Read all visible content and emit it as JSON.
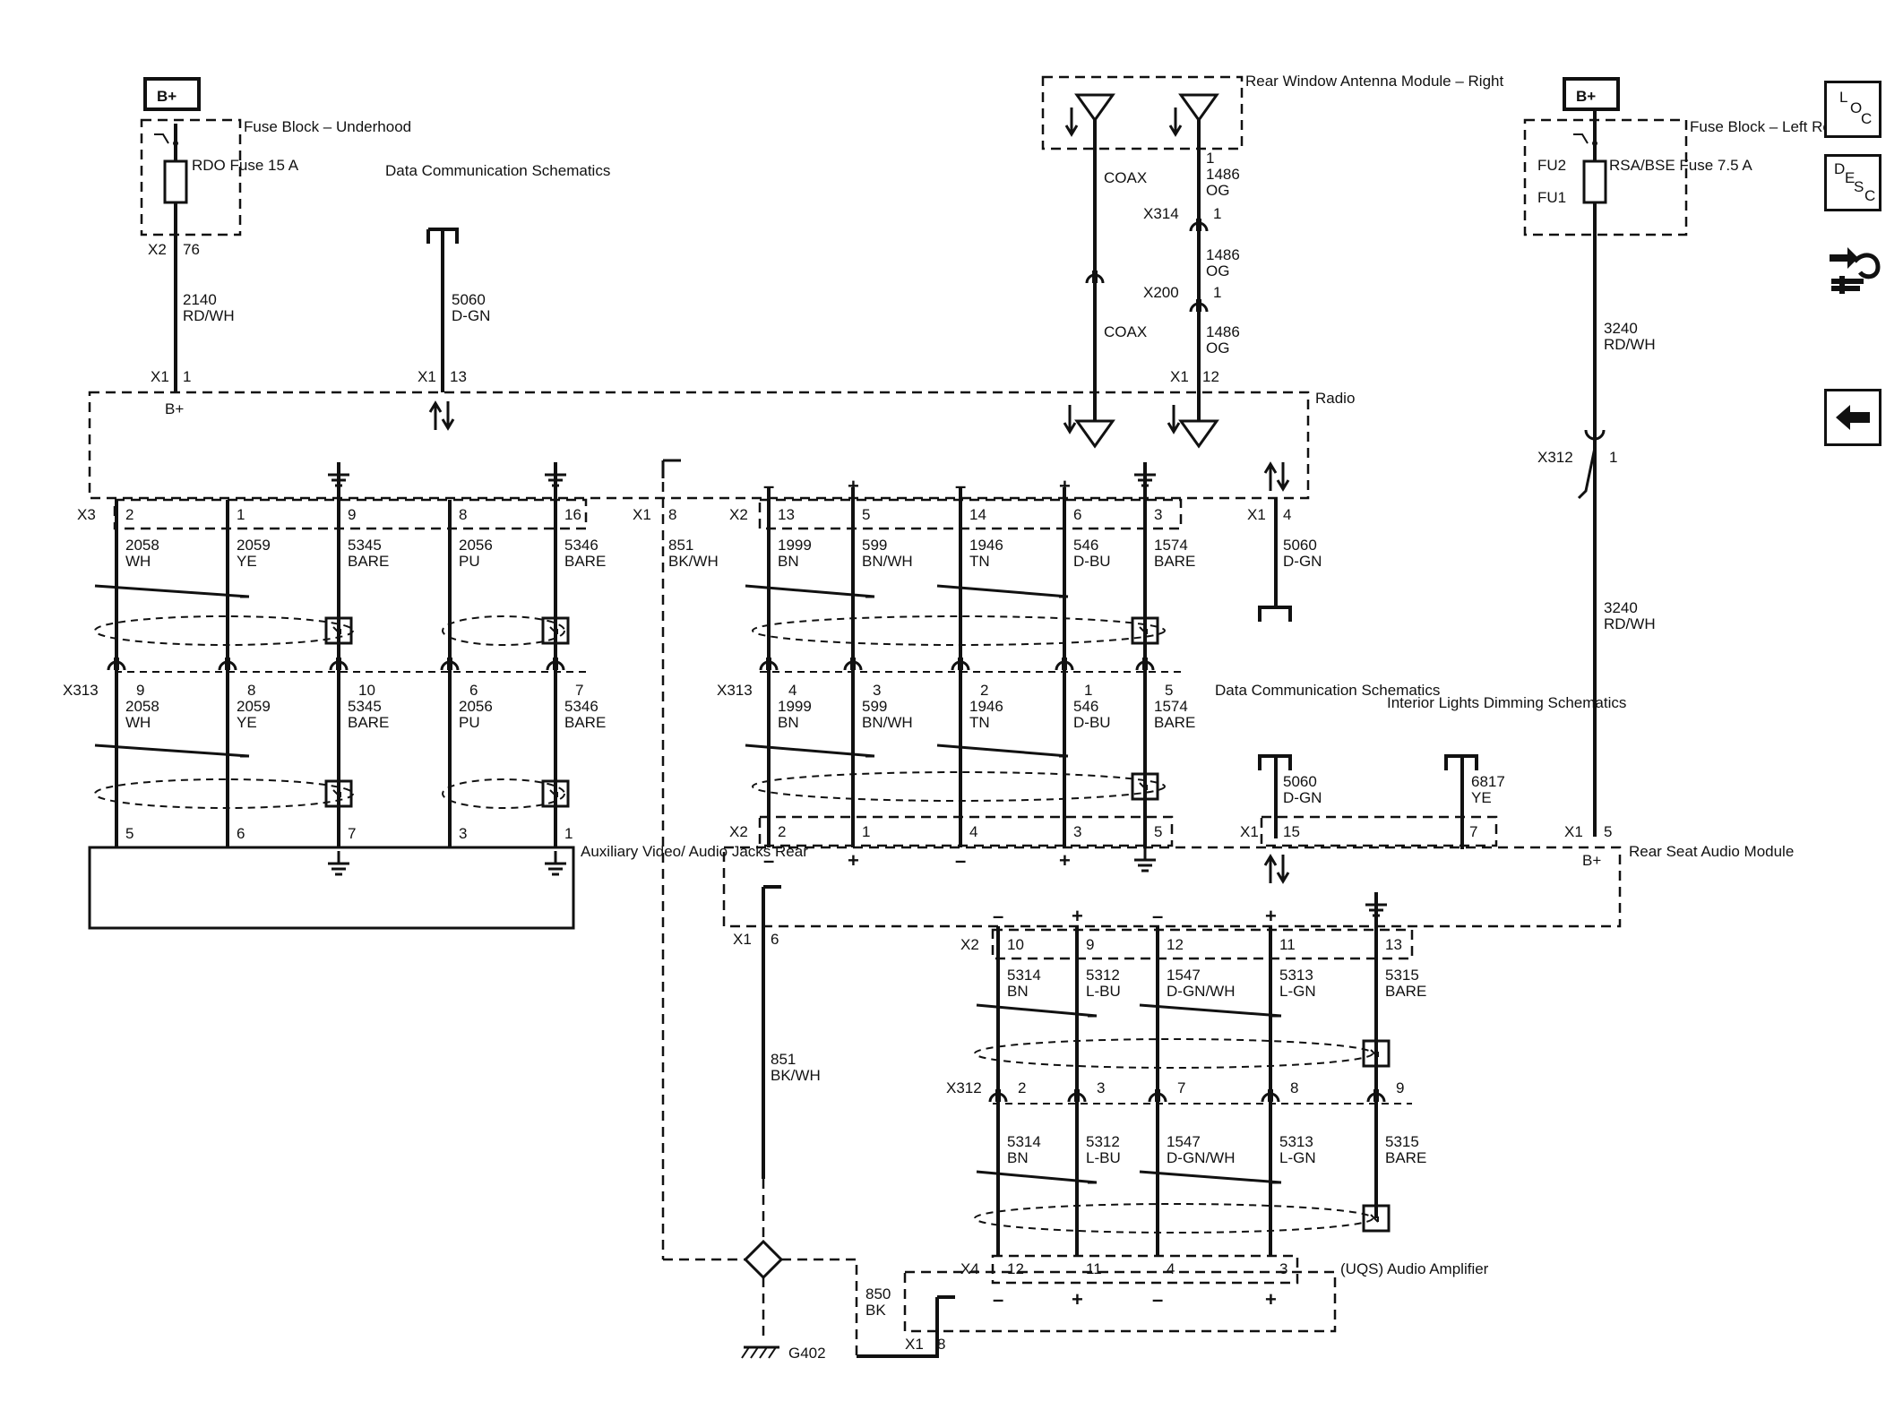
{
  "colors": {
    "ink": "#111111",
    "background": "#ffffff"
  },
  "nav": {
    "loc": {
      "l1": "L",
      "l2": "O",
      "l3": "C"
    },
    "desc": {
      "l1": "D",
      "l2": "E",
      "l3": "S",
      "l4": "C"
    },
    "icons": [
      "connector-view-icon",
      "back-arrow-icon"
    ]
  },
  "power": {
    "b_plus": "B+",
    "underhood_block": "Fuse Block – Underhood",
    "rdo_fuse": "RDO Fuse 15 A",
    "x2": "X2",
    "pin76": "76",
    "wire_2140": "2140",
    "color_rdwh": "RD/WH",
    "rear_block": "Fuse Block – Left Rear",
    "fu2": "FU2",
    "fu1": "FU1",
    "rsa_fuse": "RSA/BSE Fuse 7.5 A",
    "wire_3240": "3240"
  },
  "data_comm": {
    "label": "Data Communication Schematics",
    "wire": "5060",
    "color": "D-GN"
  },
  "interior_lights": {
    "label": "Interior Lights Dimming Schematics",
    "wire": "6817",
    "color": "YE"
  },
  "antenna": {
    "module": "Rear Window Antenna Module – Right",
    "coax": "COAX",
    "wire": "1486",
    "color": "OG",
    "x314": "X314",
    "x200": "X200"
  },
  "radio": {
    "label": "Radio",
    "x1": "X1",
    "x2": "X2",
    "x3": "X3",
    "pin1": "1",
    "pin13": "13",
    "pin12": "12",
    "pin8": "8",
    "pin4": "4",
    "b_plus": "B+"
  },
  "x3_pins": [
    "2",
    "1",
    "9",
    "8",
    "16"
  ],
  "aux_wires": [
    {
      "num": "2058",
      "color": "WH"
    },
    {
      "num": "2059",
      "color": "YE"
    },
    {
      "num": "5345",
      "color": "BARE"
    },
    {
      "num": "2056",
      "color": "PU"
    },
    {
      "num": "5346",
      "color": "BARE"
    }
  ],
  "x313": "X313",
  "x313_aux_pins": [
    "9",
    "8",
    "10",
    "6",
    "7"
  ],
  "aux_jack": {
    "label": "Auxiliary Video/ Audio Jacks Rear",
    "pins": [
      "5",
      "6",
      "7",
      "3",
      "1"
    ]
  },
  "gnd_wire": {
    "num": "851",
    "color": "BK/WH",
    "pin": "8"
  },
  "x2_pins": [
    "13",
    "5",
    "14",
    "6",
    "3"
  ],
  "rsam_wires": [
    {
      "num": "1999",
      "color": "BN"
    },
    {
      "num": "599",
      "color": "BN/WH"
    },
    {
      "num": "1946",
      "color": "TN"
    },
    {
      "num": "546",
      "color": "D-BU"
    },
    {
      "num": "1574",
      "color": "BARE"
    }
  ],
  "x313_rsam_pins": [
    "4",
    "3",
    "2",
    "1",
    "5"
  ],
  "polarity": [
    "–",
    "+",
    "–",
    "+"
  ],
  "rsam": {
    "label": "Rear Seat Audio Module",
    "x2": "X2",
    "x1": "X1",
    "x2_pins": [
      "2",
      "1",
      "4",
      "3",
      "5"
    ],
    "pin15": "15",
    "pin7": "7",
    "pin5": "5",
    "pin6": "6",
    "b_plus": "B+",
    "out_pins": [
      "10",
      "9",
      "12",
      "11",
      "13"
    ]
  },
  "x312": {
    "label": "X312",
    "pin1": "1",
    "pins": [
      "2",
      "3",
      "7",
      "8",
      "9"
    ]
  },
  "amp_wires": [
    {
      "num": "5314",
      "color": "BN"
    },
    {
      "num": "5312",
      "color": "L-BU"
    },
    {
      "num": "1547",
      "color": "D-GN/WH"
    },
    {
      "num": "5313",
      "color": "L-GN"
    },
    {
      "num": "5315",
      "color": "BARE"
    }
  ],
  "amplifier": {
    "label": "(UQS) Audio Amplifier",
    "x4": "X4",
    "x1": "X1",
    "pins": [
      "12",
      "11",
      "4",
      "3"
    ],
    "pin8": "8"
  },
  "ground": {
    "wire": "850",
    "color": "BK",
    "label": "G402"
  }
}
